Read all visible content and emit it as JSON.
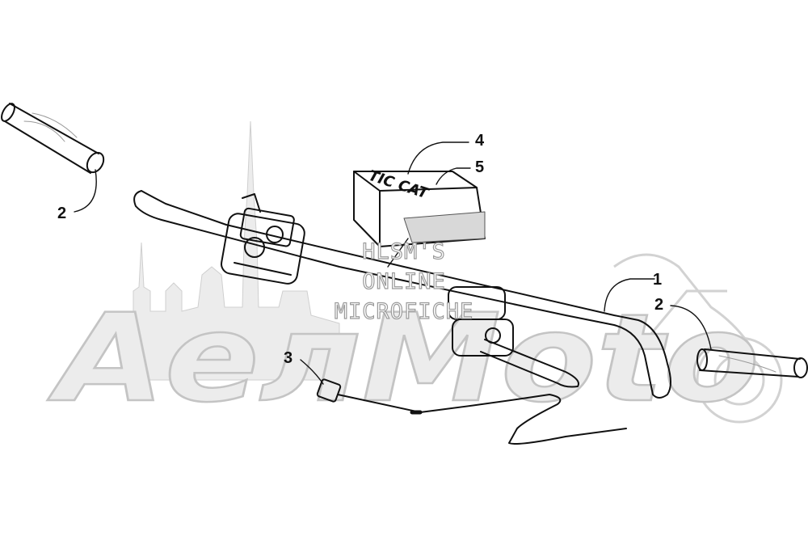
{
  "watermark": {
    "brand": "AeлMoto",
    "overlay_lines": [
      "HLSM'S",
      "ONLINE",
      "MICROFICHE"
    ]
  },
  "decal_text": "TIC CAT",
  "callouts": [
    {
      "id": "1",
      "label": "1"
    },
    {
      "id": "2a",
      "label": "2"
    },
    {
      "id": "2b",
      "label": "2"
    },
    {
      "id": "3",
      "label": "3"
    },
    {
      "id": "4",
      "label": "4"
    },
    {
      "id": "5",
      "label": "5"
    }
  ],
  "colors": {
    "line": "#111111",
    "watermark_fill": "#e6e6e6",
    "watermark_stroke": "#c4c4c4"
  }
}
